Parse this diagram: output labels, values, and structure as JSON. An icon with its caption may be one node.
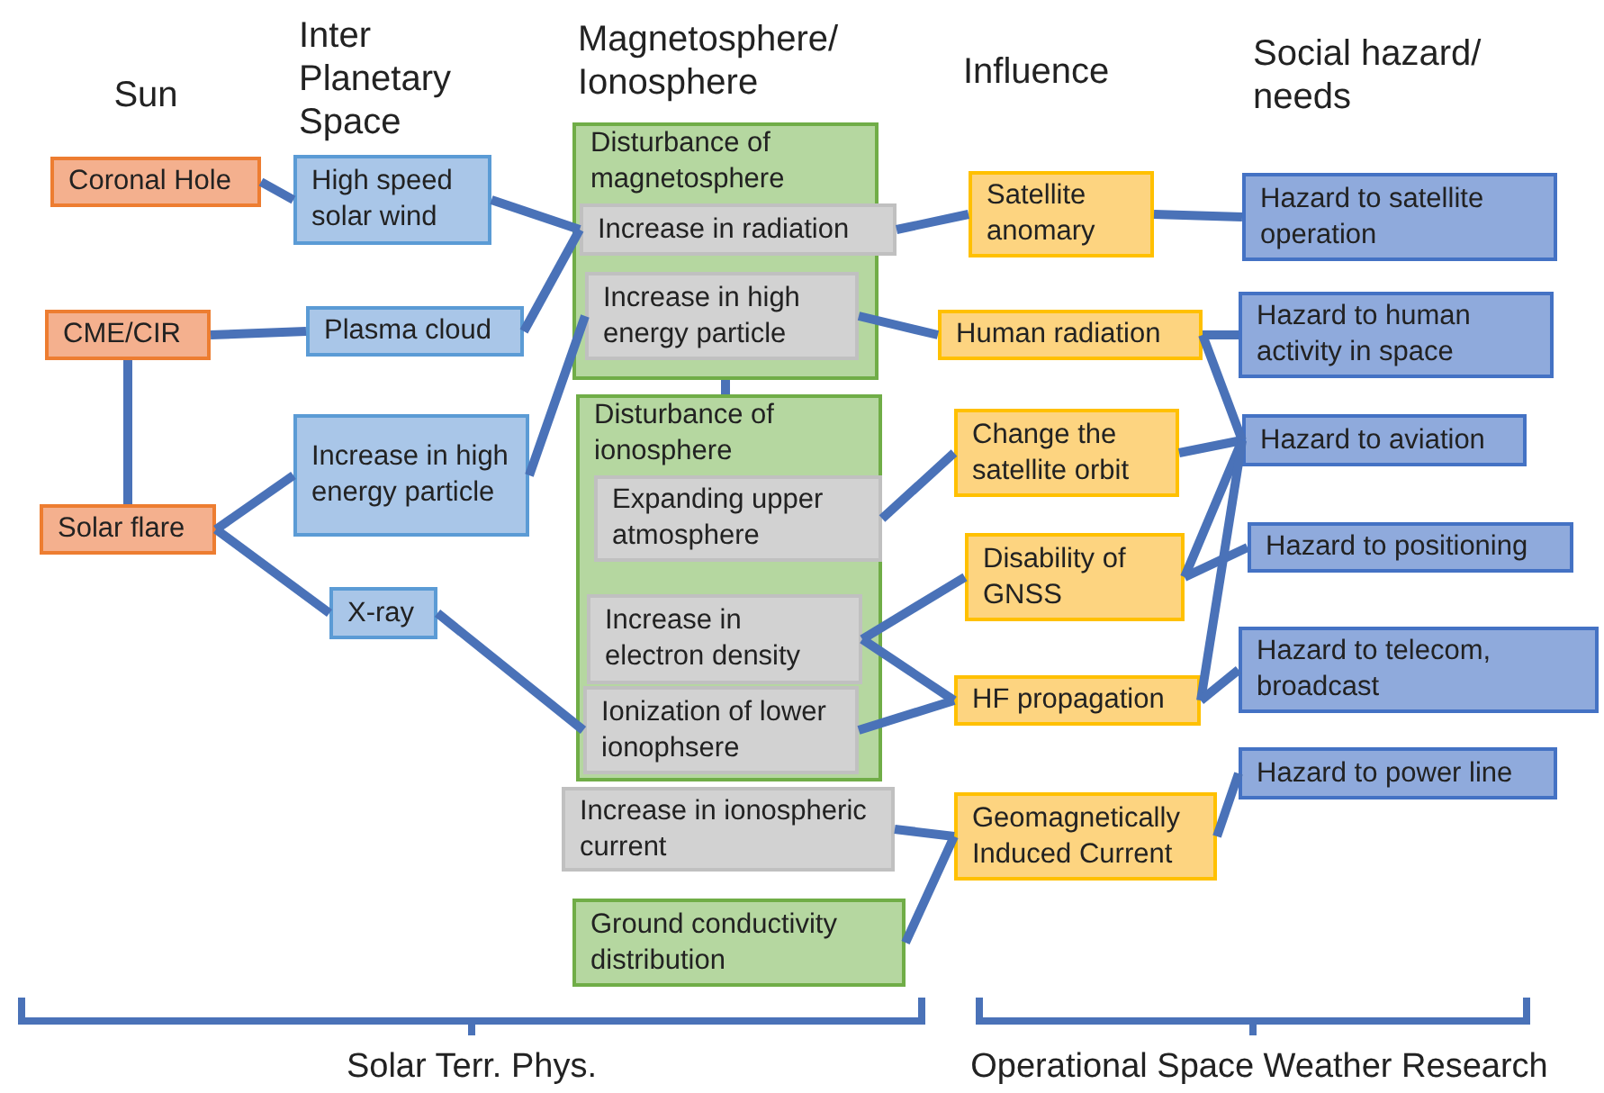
{
  "diagram": {
    "nodes": [
      {
        "text": [
          "Coronal Hole"
        ]
      },
      {
        "text": [
          "CME/CIR"
        ]
      },
      {
        "text": [
          "Solar flare"
        ]
      },
      {
        "text": [
          "High speed solar wind"
        ]
      },
      {
        "text": [
          "Plasma cloud"
        ]
      },
      {
        "text": [
          "Increase in high energy particle"
        ]
      },
      {
        "text": [
          "X-ray"
        ]
      },
      {
        "text": [
          "Disturbance of magnetosphere"
        ]
      },
      {
        "text": [
          "Increase in radiation"
        ],
        "in": 7
      },
      {
        "text": [
          "Increase in high energy particle"
        ],
        "in": 7
      },
      {
        "text": [
          "Disturbance of ionosphere"
        ]
      },
      {
        "text": [
          "Expanding upper atmosphere"
        ],
        "in": 10
      },
      {
        "text": [
          "Increase in electron density"
        ],
        "in": 10
      },
      {
        "text": [
          "Ionization of lower ionophsere"
        ],
        "in": 10
      },
      {
        "text": [
          "Increase in ionospheric current"
        ]
      },
      {
        "text": [
          "Ground conductivity distribution"
        ]
      },
      {
        "text": [
          "Satellite anomary"
        ]
      },
      {
        "text": [
          "Human radiation"
        ]
      },
      {
        "text": [
          "Change the satellite orbit"
        ]
      },
      {
        "text": [
          "Disability of GNSS"
        ]
      },
      {
        "text": [
          "HF propagation"
        ]
      },
      {
        "text": [
          "Geomagnetically Induced Current"
        ]
      },
      {
        "text": [
          "Hazard to satellite operation"
        ]
      },
      {
        "text": [
          "Hazard to human activity in space"
        ]
      },
      {
        "text": [
          "Hazard to aviation"
        ]
      },
      {
        "text": [
          "Hazard to positioning"
        ]
      },
      {
        "text": [
          "Hazard to telecom, broadcast"
        ]
      },
      {
        "text": [
          "Hazard to power line"
        ]
      }
    ],
    "edges": [
      {
        "from": 0,
        "to": 3,
        "arrow": "none"
      },
      {
        "from": 1,
        "to": 4,
        "arrow": "none"
      },
      {
        "from": 1,
        "to": 2,
        "arrow": "none"
      },
      {
        "from": 2,
        "to": 5,
        "arrow": "none"
      },
      {
        "from": 2,
        "to": 6,
        "arrow": "none"
      },
      {
        "from": 3,
        "to": 8,
        "arrow": "none"
      },
      {
        "from": 4,
        "to": 8,
        "arrow": "none"
      },
      {
        "from": 5,
        "to": 9,
        "arrow": "none"
      },
      {
        "from": 6,
        "to": 13,
        "arrow": "none"
      },
      {
        "from": 7,
        "to": 10,
        "arrow": "none"
      },
      {
        "from": 8,
        "to": 16,
        "arrow": "none"
      },
      {
        "from": 9,
        "to": 17,
        "arrow": "none"
      },
      {
        "from": 11,
        "to": 18,
        "arrow": "none"
      },
      {
        "from": 12,
        "to": 19,
        "arrow": "none"
      },
      {
        "from": 12,
        "to": 20,
        "arrow": "none"
      },
      {
        "from": 13,
        "to": 20,
        "arrow": "none"
      },
      {
        "from": 14,
        "to": 21,
        "arrow": "none"
      },
      {
        "from": 15,
        "to": 21,
        "arrow": "none"
      },
      {
        "from": 16,
        "to": 22,
        "arrow": "none"
      },
      {
        "from": 17,
        "to": 23,
        "arrow": "none"
      },
      {
        "from": 17,
        "to": 24,
        "arrow": "none"
      },
      {
        "from": 18,
        "to": 24,
        "arrow": "none"
      },
      {
        "from": 19,
        "to": 24,
        "arrow": "none"
      },
      {
        "from": 19,
        "to": 25,
        "arrow": "none"
      },
      {
        "from": 20,
        "to": 24,
        "arrow": "none"
      },
      {
        "from": 20,
        "to": 26,
        "arrow": "none"
      },
      {
        "from": 21,
        "to": 27,
        "arrow": "none"
      }
    ],
    "labels": [
      "Sun",
      "Inter Planetary Space",
      "Magnetosphere/ Ionosphere",
      "Influence",
      "Social hazard/ needs",
      "Solar Terr. Phys.",
      "Operational Space Weather Research"
    ]
  }
}
